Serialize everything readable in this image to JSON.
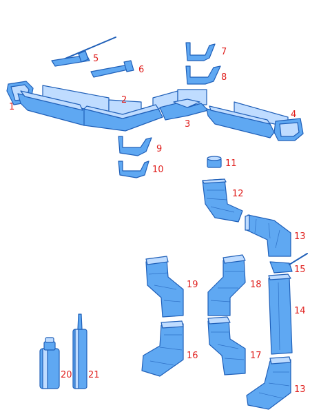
{
  "parts": [
    {
      "id": "1",
      "label": "1"
    },
    {
      "id": "2",
      "label": "2"
    },
    {
      "id": "3",
      "label": "3"
    },
    {
      "id": "4",
      "label": "4"
    },
    {
      "id": "5",
      "label": "5"
    },
    {
      "id": "6",
      "label": "6"
    },
    {
      "id": "7",
      "label": "7"
    },
    {
      "id": "8",
      "label": "8"
    },
    {
      "id": "9",
      "label": "9"
    },
    {
      "id": "10",
      "label": "10"
    },
    {
      "id": "11",
      "label": "11"
    },
    {
      "id": "12",
      "label": "12"
    },
    {
      "id": "13a",
      "label": "13"
    },
    {
      "id": "13b",
      "label": "13"
    },
    {
      "id": "14",
      "label": "14"
    },
    {
      "id": "15",
      "label": "15"
    },
    {
      "id": "16",
      "label": "16"
    },
    {
      "id": "17",
      "label": "17"
    },
    {
      "id": "18",
      "label": "18"
    },
    {
      "id": "19",
      "label": "19"
    },
    {
      "id": "20",
      "label": "20"
    },
    {
      "id": "21",
      "label": "21"
    }
  ],
  "colors": {
    "label": "#e0201e",
    "part_fill": "#5fa8f2",
    "part_light": "#bfdcff",
    "part_outline": "#1f5fb8"
  }
}
